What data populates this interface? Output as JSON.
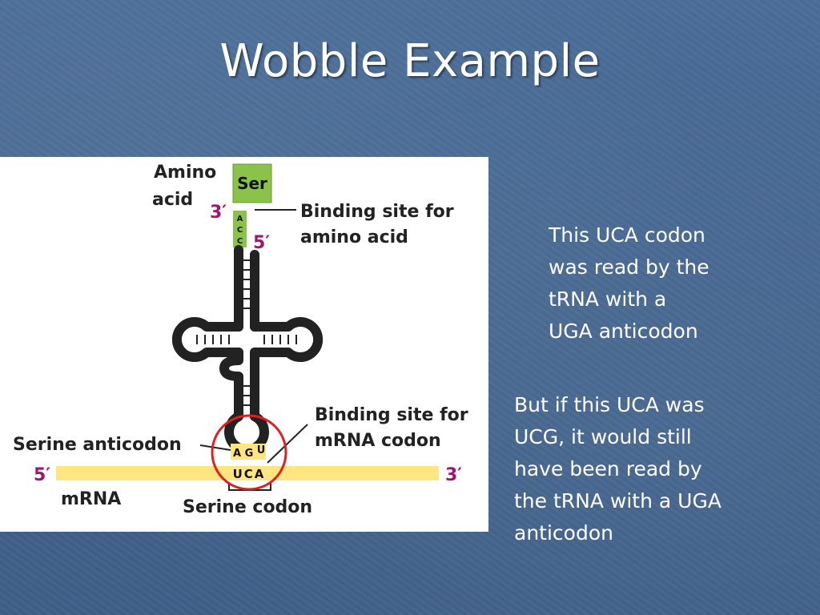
{
  "slide": {
    "title": "Wobble Example",
    "colors": {
      "background": "#46699a",
      "text": "#ffffff",
      "amino_box": "#8bc34a",
      "mrna_band": "#ffe680",
      "prime_label": "#a0166e",
      "highlight_circle": "#e02020"
    }
  },
  "diagram": {
    "amino_acid_label_line1": "Amino",
    "amino_acid_label_line2": "acid",
    "amino_acid": "Ser",
    "prime_3_top": "3′",
    "prime_5_top": "5′",
    "acceptor_bases": [
      "A",
      "C",
      "C"
    ],
    "binding_site_amino_line1": "Binding site for",
    "binding_site_amino_line2": "amino acid",
    "binding_site_mrna_line1": "Binding site for",
    "binding_site_mrna_line2": "mRNA codon",
    "serine_anticodon_label": "Serine anticodon",
    "anticodon_bases": [
      "A",
      "G",
      "U"
    ],
    "codon": "UCA",
    "mrna_5prime": "5′",
    "mrna_3prime": "3′",
    "mrna_label": "mRNA",
    "serine_codon_label": "Serine codon"
  },
  "notes": {
    "note1_lines": [
      "This UCA codon",
      "was read by the",
      "tRNA with a",
      "UGA anticodon"
    ],
    "note2_lines": [
      "But if this UCA was",
      "UCG, it  would still",
      "have been read by",
      "the tRNA with a UGA",
      "anticodon"
    ]
  }
}
